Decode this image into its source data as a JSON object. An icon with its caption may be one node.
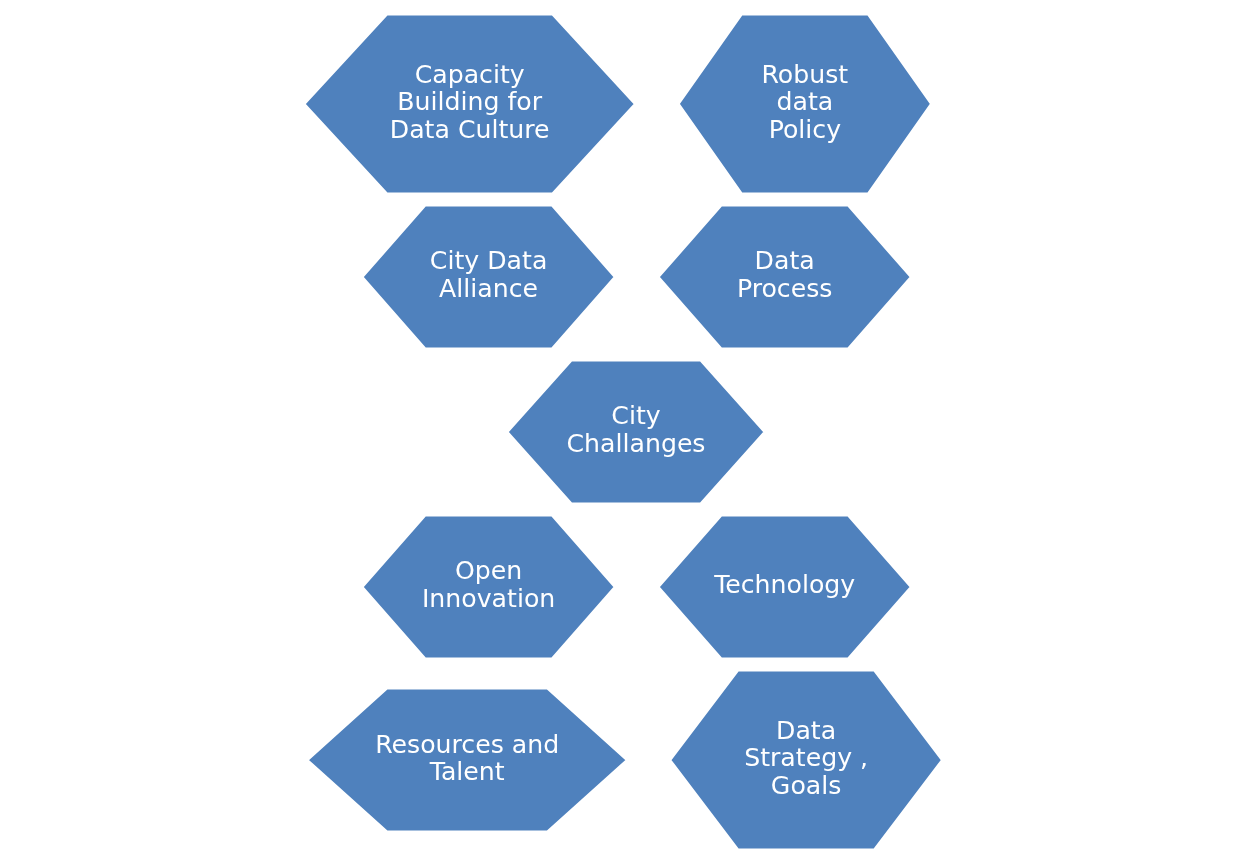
{
  "diagram": {
    "nodes": [
      {
        "text": [
          "Capacity Building for Data Culture"
        ]
      },
      {
        "text": [
          "Robust data Policy"
        ]
      },
      {
        "text": [
          "City Data Alliance"
        ]
      },
      {
        "text": [
          "Data Process"
        ]
      },
      {
        "text": [
          "City Challanges"
        ]
      },
      {
        "text": [
          "Open Innovation"
        ]
      },
      {
        "text": [
          "Technology"
        ]
      },
      {
        "text": [
          "Resources and Talent"
        ]
      },
      {
        "text": [
          "Data Strategy , Goals"
        ]
      }
    ]
  }
}
